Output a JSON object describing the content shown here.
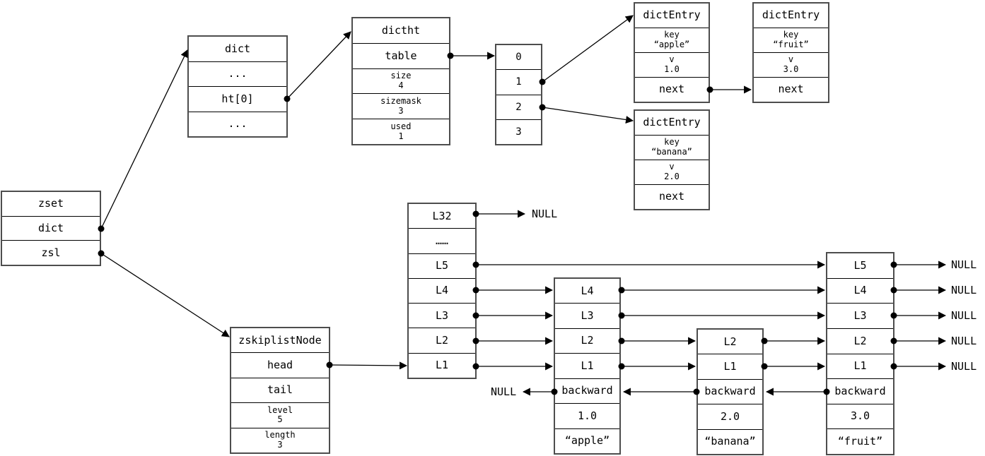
{
  "colors": {
    "background": "#ffffff",
    "line": "#000000",
    "border": "#4d4d4d"
  },
  "labels": {
    "null_label": "NULL"
  },
  "boxes": {
    "zset": {
      "header": "zset",
      "rows": [
        "dict",
        "zsl"
      ]
    },
    "dict": {
      "header": "dict",
      "rows": [
        "...",
        "ht[0]",
        "..."
      ]
    },
    "dictht": {
      "header": "dictht",
      "table": "table",
      "fields": [
        {
          "name": "size",
          "value": "4"
        },
        {
          "name": "sizemask",
          "value": "3"
        },
        {
          "name": "used",
          "value": "1"
        }
      ]
    },
    "bucket": {
      "rows": [
        "0",
        "1",
        "2",
        "3"
      ]
    },
    "entry_apple": {
      "header": "dictEntry",
      "key_label": "key",
      "key_value": "“apple”",
      "v_label": "v",
      "v_value": "1.0",
      "next": "next"
    },
    "entry_fruit": {
      "header": "dictEntry",
      "key_label": "key",
      "key_value": "“fruit”",
      "v_label": "v",
      "v_value": "3.0",
      "next": "next"
    },
    "entry_banana": {
      "header": "dictEntry",
      "key_label": "key",
      "key_value": "“banana”",
      "v_label": "v",
      "v_value": "2.0",
      "next": "next"
    },
    "zskiplist": {
      "header": "zskiplistNode",
      "head": "head",
      "tail": "tail",
      "fields": [
        {
          "name": "level",
          "value": "5"
        },
        {
          "name": "length",
          "value": "3"
        }
      ]
    },
    "head_col": {
      "rows": [
        "L32",
        "……",
        "L5",
        "L4",
        "L3",
        "L2",
        "L1"
      ]
    },
    "node_apple": {
      "levels": [
        "L4",
        "L3",
        "L2",
        "L1"
      ],
      "backward": "backward",
      "score": "1.0",
      "member": "“apple”"
    },
    "node_banana": {
      "levels": [
        "L2",
        "L1"
      ],
      "backward": "backward",
      "score": "2.0",
      "member": "“banana”"
    },
    "node_fruit": {
      "levels": [
        "L5",
        "L4",
        "L3",
        "L2",
        "L1"
      ],
      "backward": "backward",
      "score": "3.0",
      "member": "“fruit”"
    }
  }
}
